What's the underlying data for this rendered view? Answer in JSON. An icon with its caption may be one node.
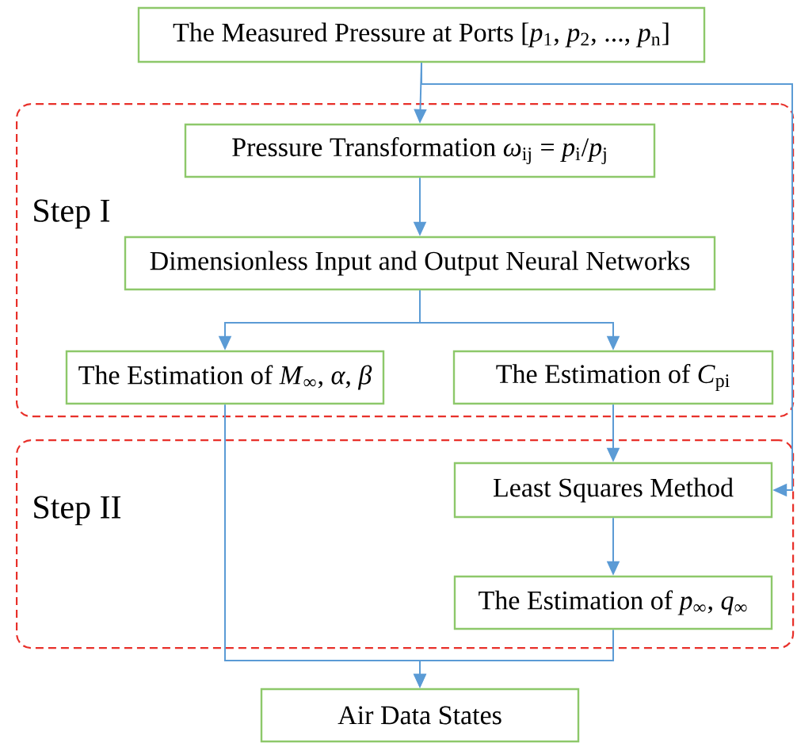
{
  "diagram": {
    "nodes": [
      {
        "text": [
          "The Measured Pressure at Ports [*p*$_{1}$, *p*$_{2}$, ..., *p*$_{n}$]"
        ]
      },
      {
        "text": [
          "Step I"
        ]
      },
      {
        "text": [
          "Pressure Transformation *ω*$_{ij}$ = *p*$_{i}$/*p*$_{j}$"
        ],
        "in": 1
      },
      {
        "text": [
          "Dimensionless Input and Output Neural Networks"
        ],
        "in": 1
      },
      {
        "text": [
          "The Estimation of *M*$_{∞}$, *α*, *β*"
        ],
        "in": 1
      },
      {
        "text": [
          "The Estimation of *C*$_{pi}$"
        ],
        "in": 1
      },
      {
        "text": [
          "Step II"
        ]
      },
      {
        "text": [
          "Least Squares Method"
        ],
        "in": 6
      },
      {
        "text": [
          "The Estimation of *p*$_{∞}$, *q*$_{∞}$"
        ],
        "in": 6
      },
      {
        "text": [
          "Air Data States"
        ]
      }
    ],
    "edges": [
      {
        "from": 0,
        "to": 2,
        "arrow": "to"
      },
      {
        "from": 0,
        "to": 7,
        "arrow": "to"
      },
      {
        "from": 2,
        "to": 3,
        "arrow": "to"
      },
      {
        "from": 3,
        "to": 4,
        "arrow": "to"
      },
      {
        "from": 3,
        "to": 5,
        "arrow": "to"
      },
      {
        "from": 5,
        "to": 7,
        "arrow": "to"
      },
      {
        "from": 7,
        "to": 8,
        "arrow": "to"
      },
      {
        "from": 4,
        "to": 9,
        "arrow": "to"
      },
      {
        "from": 8,
        "to": 9,
        "arrow": "to"
      }
    ]
  }
}
